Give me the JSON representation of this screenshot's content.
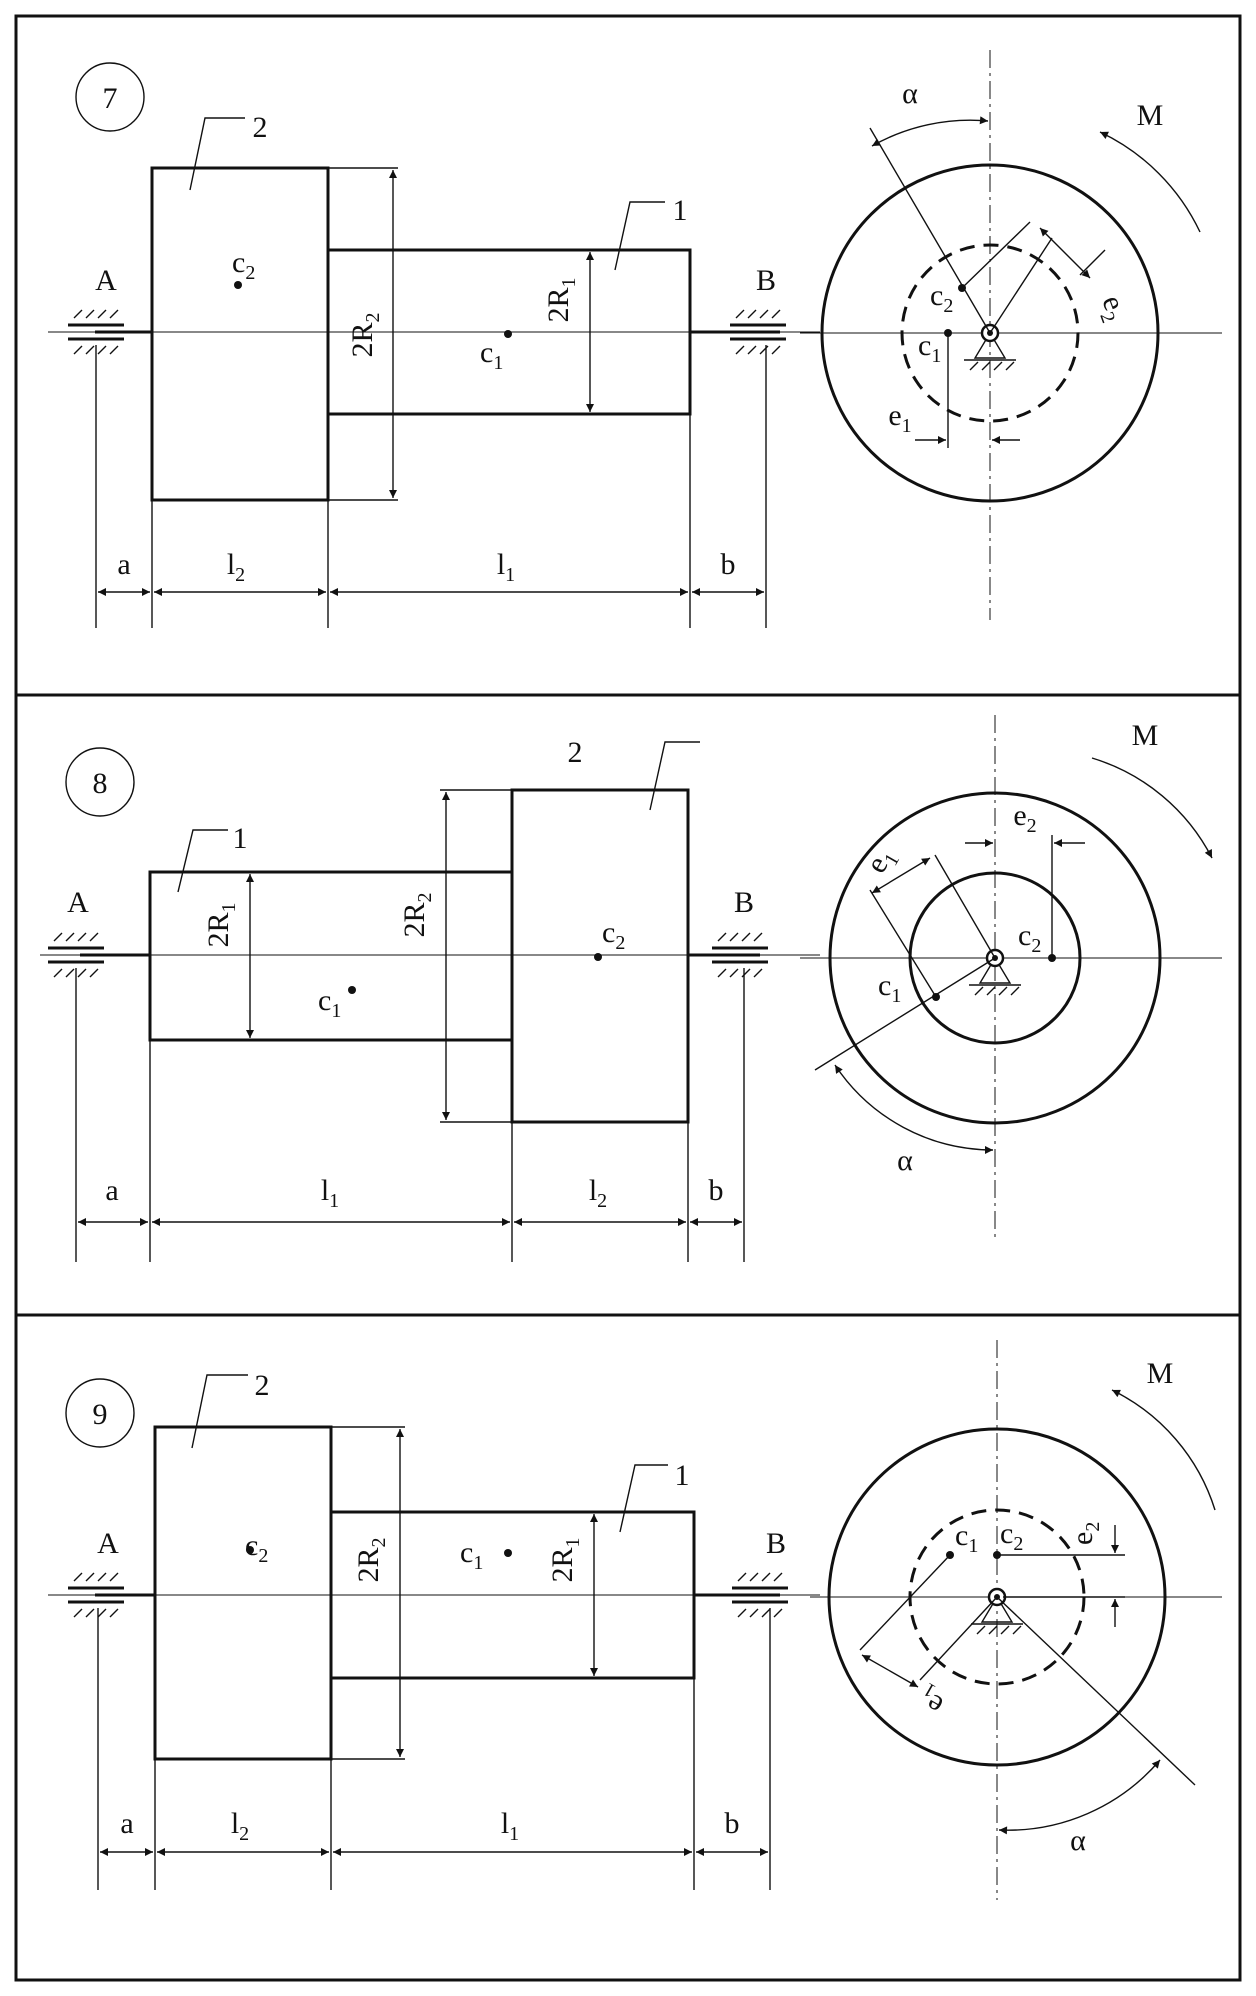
{
  "panels": [
    {
      "number": "7",
      "labels": {
        "A": "A",
        "B": "B",
        "M": "M",
        "alpha": "α",
        "part1": "1",
        "part2": "2",
        "c1": "c",
        "c1_sub": "1",
        "c2": "c",
        "c2_sub": "2",
        "R1": "2R",
        "R1_sub": "1",
        "R2": "2R",
        "R2_sub": "2",
        "a": "a",
        "b": "b",
        "l1": "l",
        "l1_sub": "1",
        "l2": "l",
        "l2_sub": "2",
        "e1": "e",
        "e1_sub": "1",
        "e2": "e",
        "e2_sub": "2",
        "dc1": "c",
        "dc1_sub": "1",
        "dc2": "c",
        "dc2_sub": "2"
      }
    },
    {
      "number": "8",
      "labels": {
        "A": "A",
        "B": "B",
        "M": "M",
        "alpha": "α",
        "part1": "1",
        "part2": "2",
        "c1": "c",
        "c1_sub": "1",
        "c2": "c",
        "c2_sub": "2",
        "R1": "2R",
        "R1_sub": "1",
        "R2": "2R",
        "R2_sub": "2",
        "a": "a",
        "b": "b",
        "l1": "l",
        "l1_sub": "1",
        "l2": "l",
        "l2_sub": "2",
        "e1": "e",
        "e1_sub": "1",
        "e2": "e",
        "e2_sub": "2",
        "dc1": "c",
        "dc1_sub": "1",
        "dc2": "c",
        "dc2_sub": "2"
      }
    },
    {
      "number": "9",
      "labels": {
        "A": "A",
        "B": "B",
        "M": "M",
        "alpha": "α",
        "part1": "1",
        "part2": "2",
        "c1": "c",
        "c1_sub": "1",
        "c2": "c",
        "c2_sub": "2",
        "R1": "2R",
        "R1_sub": "1",
        "R2": "2R",
        "R2_sub": "2",
        "a": "a",
        "b": "b",
        "l1": "l",
        "l1_sub": "1",
        "l2": "l",
        "l2_sub": "2",
        "e1": "e",
        "e1_sub": "1",
        "e2": "e",
        "e2_sub": "2",
        "dc1": "c",
        "dc1_sub": "1",
        "dc2": "c",
        "dc2_sub": "2"
      }
    }
  ]
}
